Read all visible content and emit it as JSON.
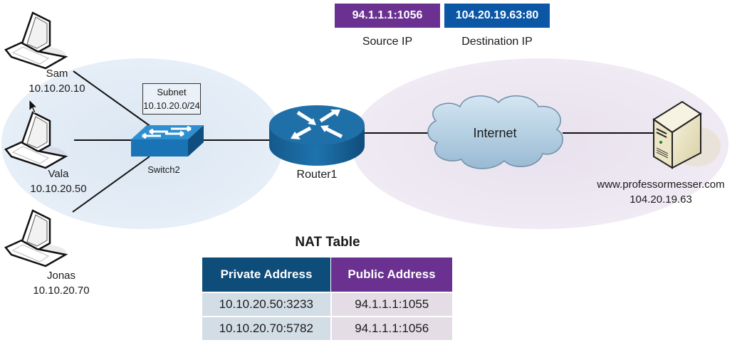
{
  "packet": {
    "source_ip": "94.1.1.1:1056",
    "source_caption": "Source IP",
    "source_color": "#6a3191",
    "destination_ip": "104.20.19.63:80",
    "destination_caption": "Destination IP",
    "destination_color": "#0b57a6"
  },
  "hosts": [
    {
      "name": "Sam",
      "ip": "10.10.20.10",
      "icon": "laptop-icon"
    },
    {
      "name": "Vala",
      "ip": "10.10.20.50",
      "icon": "laptop-icon"
    },
    {
      "name": "Jonas",
      "ip": "10.10.20.70",
      "icon": "laptop-icon"
    }
  ],
  "subnet": {
    "title": "Subnet",
    "value": "10.10.20.0/24"
  },
  "switch": {
    "label": "Switch2",
    "icon": "switch-icon"
  },
  "router": {
    "label": "Router1",
    "icon": "router-icon"
  },
  "internet": {
    "label": "Internet",
    "icon": "cloud-icon"
  },
  "server": {
    "hostname": "www.professormesser.com",
    "ip": "104.20.19.63",
    "icon": "server-icon"
  },
  "nat_table": {
    "title": "NAT Table",
    "headers": [
      "Private Address",
      "Public Address"
    ],
    "rows": [
      [
        "10.10.20.50:3233",
        "94.1.1.1:1055"
      ],
      [
        "10.10.20.70:5782",
        "94.1.1.1:1056"
      ]
    ]
  },
  "colors": {
    "private_zone": "#e1ebf5",
    "public_zone": "#ece6f0",
    "device_blue": "#1a6ea6"
  }
}
